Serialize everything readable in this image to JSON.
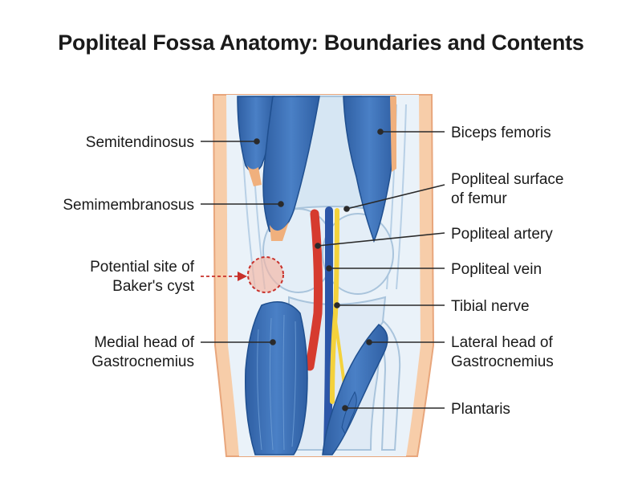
{
  "title": "Popliteal Fossa Anatomy: Boundaries and Contents",
  "labels": {
    "semitendinosus": "Semitendinosus",
    "semimembranosus": "Semimembranosus",
    "bakers_line1": "Potential site of",
    "bakers_line2": "Baker's cyst",
    "medial_line1": "Medial head of",
    "medial_line2": "Gastrocnemius",
    "biceps": "Biceps femoris",
    "femur_line1": "Popliteal surface",
    "femur_line2": "of femur",
    "artery": "Popliteal artery",
    "vein": "Popliteal vein",
    "nerve": "Tibial nerve",
    "lateral_line1": "Lateral head of",
    "lateral_line2": "Gastrocnemius",
    "plantaris": "Plantaris"
  },
  "colors": {
    "muscle": "#3f72b8",
    "muscle_dark": "#1f4f8f",
    "skin": "#f6c9a4",
    "bone": "#dce9f4",
    "artery": "#d63b2f",
    "vein": "#2c56a8",
    "nerve": "#f4d23c",
    "cyst": "#c8302a"
  }
}
